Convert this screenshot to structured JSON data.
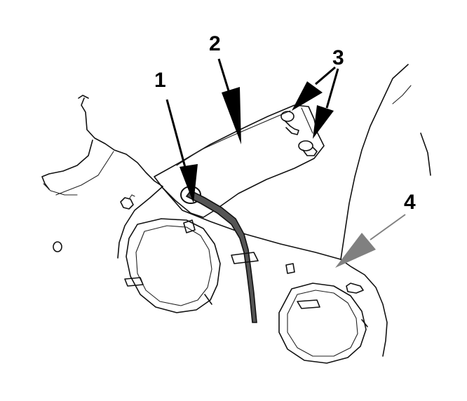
{
  "callouts": [
    {
      "id": "1",
      "label": "1"
    },
    {
      "id": "2",
      "label": "2"
    },
    {
      "id": "3",
      "label": "3"
    },
    {
      "id": "4",
      "label": "4"
    }
  ],
  "colors": {
    "ink": "#111111",
    "arrow_black": "#000000",
    "arrow_grey": "#808080",
    "harness_fill": "#555555",
    "background": "#ffffff"
  },
  "parts": {
    "grommet": "harness-grommet",
    "cover_panel": "cover-panel",
    "fasteners": "push-in-fasteners",
    "housing": "headlamp-housing"
  }
}
